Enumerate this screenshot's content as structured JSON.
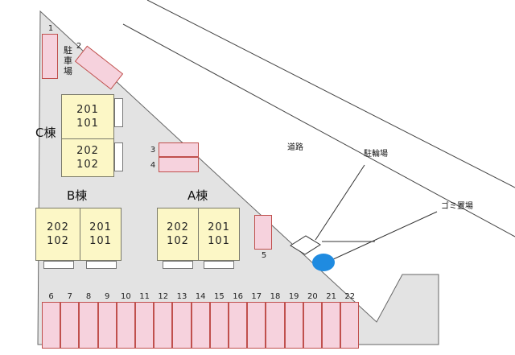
{
  "map": {
    "colors": {
      "lot": "#e3e3e3",
      "building": "#fcf7c6",
      "parking": "#f6d2dd",
      "parking_border": "#c0504d",
      "trash": "#1f8be0"
    },
    "label_parking": "駐車場",
    "label_road": "道路",
    "label_bicycle": "駐輪場",
    "label_trash": "ゴミ置場"
  },
  "buildings": {
    "c": {
      "name": "C棟",
      "units_left": [
        "201",
        "101"
      ],
      "units_right": [
        "202",
        "102"
      ]
    },
    "b": {
      "name": "B棟",
      "units_left": [
        "202",
        "102"
      ],
      "units_right": [
        "201",
        "101"
      ]
    },
    "a": {
      "name": "A棟",
      "units_left": [
        "202",
        "102"
      ],
      "units_right": [
        "201",
        "101"
      ]
    }
  },
  "parking_numbers": {
    "p1": "1",
    "p2": "2",
    "p3": "3",
    "p4": "4",
    "p5": "5",
    "bottom_row": [
      "6",
      "7",
      "8",
      "9",
      "10",
      "11",
      "12",
      "13",
      "14",
      "15",
      "16",
      "17",
      "18",
      "19",
      "20",
      "21",
      "22"
    ]
  }
}
